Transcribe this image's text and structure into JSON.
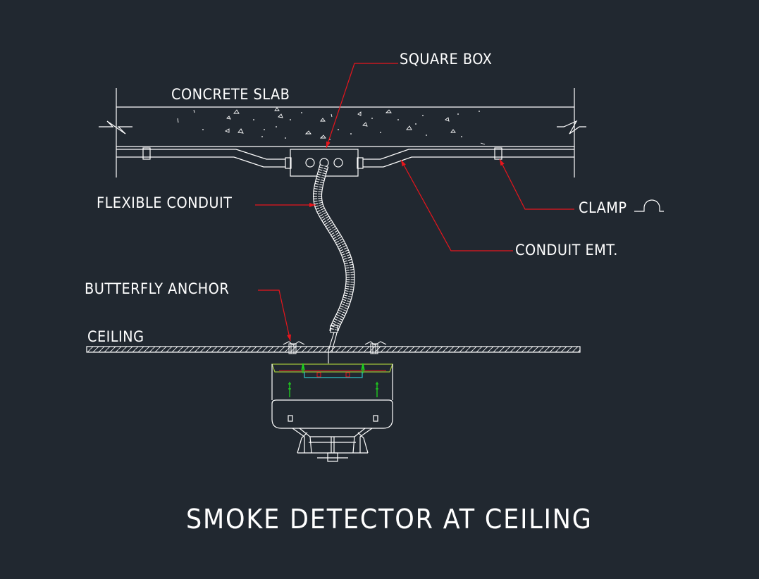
{
  "drawing": {
    "title": "SMOKE DETECTOR AT CEILING",
    "labels": {
      "square_box": "SQUARE BOX",
      "concrete_slab": "CONCRETE SLAB",
      "flexible_conduit": "FLEXIBLE CONDUIT",
      "clamp": "CLAMP",
      "conduit_emt": "CONDUIT EMT.",
      "butterfly_anchor": "BUTTERFLY ANCHOR",
      "ceiling": "CEILING"
    }
  },
  "colors": {
    "background": "#212830",
    "linework": "#ffffff",
    "leader": "#e8151c",
    "anchor_screw": "#1fd41f",
    "base_plate": "#2ec4c8",
    "detector_mount": "#9fc23a"
  },
  "icons": {
    "clamp_symbol": "omega-clamp-icon"
  }
}
